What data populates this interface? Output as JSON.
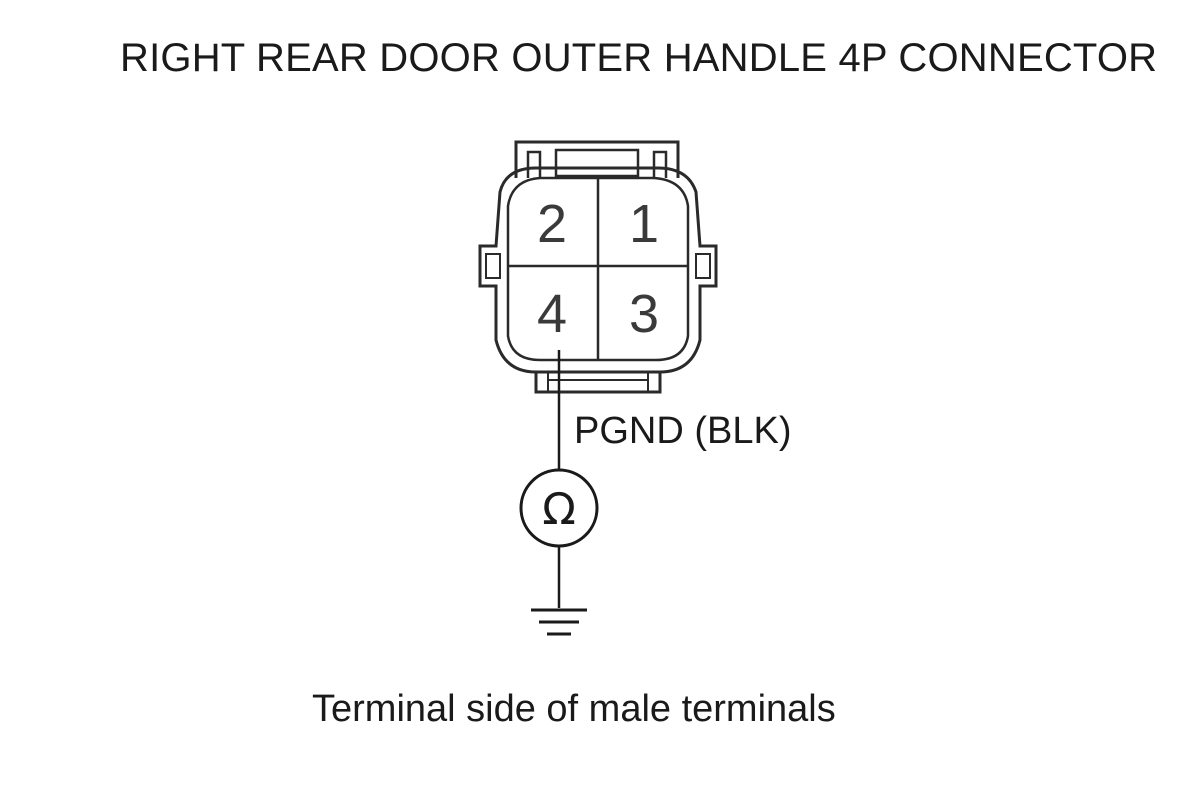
{
  "title": "RIGHT REAR DOOR OUTER HANDLE 4P CONNECTOR",
  "connector": {
    "pins": [
      "2",
      "1",
      "4",
      "3"
    ]
  },
  "wire_label": "PGND (BLK)",
  "meter_symbol": "Ω",
  "caption": "Terminal side of male terminals",
  "icons": {
    "meter": "ohmmeter-icon",
    "ground": "ground-icon"
  }
}
